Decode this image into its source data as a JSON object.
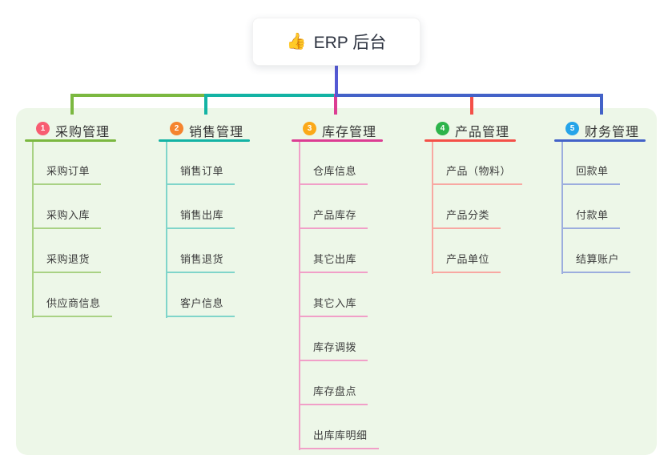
{
  "root": {
    "icon": "👍",
    "label": "ERP 后台"
  },
  "canvas": {
    "panel_bg": "#edf7e8",
    "trunk_color": "#5459d4"
  },
  "branches": [
    {
      "number": "1",
      "label": "采购管理",
      "badge_color": "#f85d72",
      "line_color": "#7bb840",
      "child_line_color": "#a9d284",
      "children": [
        "采购订单",
        "采购入库",
        "采购退货",
        "供应商信息"
      ]
    },
    {
      "number": "2",
      "label": "销售管理",
      "badge_color": "#f5842f",
      "line_color": "#13b3a4",
      "child_line_color": "#80d5ca",
      "children": [
        "销售订单",
        "销售出库",
        "销售退货",
        "客户信息"
      ]
    },
    {
      "number": "3",
      "label": "库存管理",
      "badge_color": "#fba919",
      "line_color": "#dc3d93",
      "child_line_color": "#f19fc8",
      "children": [
        "仓库信息",
        "产品库存",
        "其它出库",
        "其它入库",
        "库存调拨",
        "库存盘点",
        "出库库明细"
      ]
    },
    {
      "number": "4",
      "label": "产品管理",
      "badge_color": "#2db44b",
      "line_color": "#f45048",
      "child_line_color": "#f8a8a2",
      "children": [
        "产品（物料）",
        "产品分类",
        "产品单位"
      ]
    },
    {
      "number": "5",
      "label": "财务管理",
      "badge_color": "#25a4e9",
      "line_color": "#4362c8",
      "child_line_color": "#9cadde",
      "children": [
        "回款单",
        "付款单",
        "结算账户"
      ]
    }
  ]
}
